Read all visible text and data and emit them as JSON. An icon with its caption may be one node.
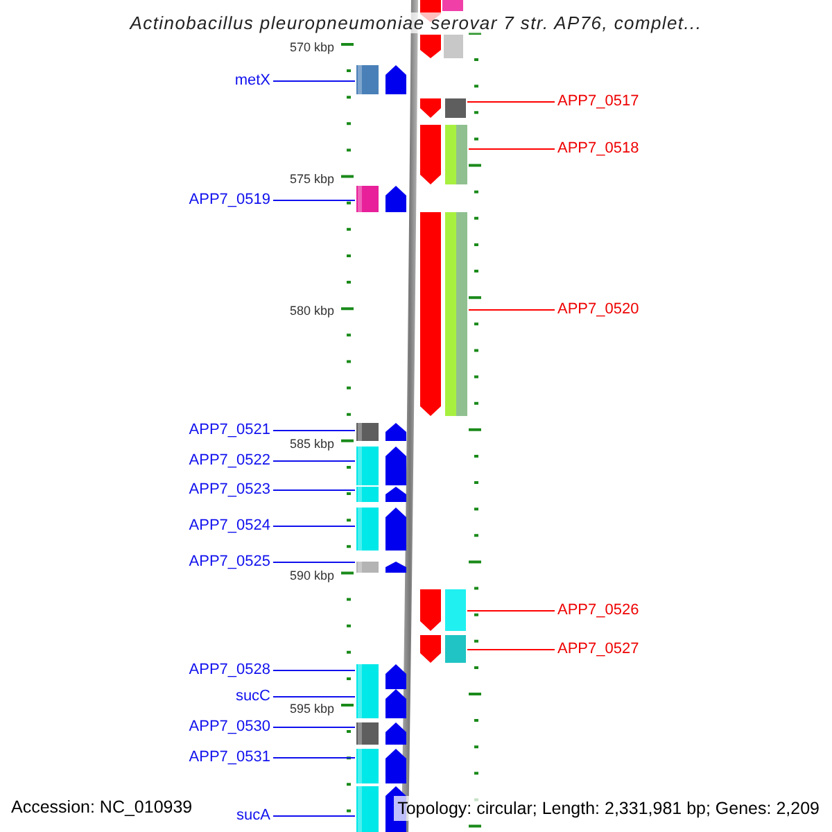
{
  "diagram": {
    "title": "Actinobacillus pleuropneumoniae serovar 7 str. AP76, complet...",
    "nodes": [
      {
        "text": [
          "metX"
        ]
      },
      {
        "text": [],
        "shape": "bar"
      },
      {
        "text": [
          "APP7_0517"
        ]
      },
      {
        "text": [],
        "shape": "bar"
      },
      {
        "text": [
          "APP7_0518"
        ]
      },
      {
        "text": [],
        "shape": "bar"
      },
      {
        "text": [
          "APP7_0519"
        ]
      },
      {
        "text": [],
        "shape": "bar"
      },
      {
        "text": [
          "APP7_0520"
        ]
      },
      {
        "text": [],
        "shape": "bar"
      },
      {
        "text": [
          "APP7_0521"
        ]
      },
      {
        "text": [],
        "shape": "bar"
      },
      {
        "text": [
          "APP7_0522"
        ]
      },
      {
        "text": [],
        "shape": "bar"
      },
      {
        "text": [
          "APP7_0523"
        ]
      },
      {
        "text": [],
        "shape": "bar"
      },
      {
        "text": [
          "APP7_0524"
        ]
      },
      {
        "text": [],
        "shape": "bar"
      },
      {
        "text": [
          "APP7_0525"
        ]
      },
      {
        "text": [],
        "shape": "bar"
      },
      {
        "text": [
          "APP7_0526"
        ]
      },
      {
        "text": [],
        "shape": "bar"
      },
      {
        "text": [
          "APP7_0527"
        ]
      },
      {
        "text": [],
        "shape": "bar"
      },
      {
        "text": [
          "APP7_0528"
        ]
      },
      {
        "text": [],
        "shape": "bar"
      },
      {
        "text": [
          "sucC"
        ]
      },
      {
        "text": [],
        "shape": "bar"
      },
      {
        "text": [
          "APP7_0530"
        ]
      },
      {
        "text": [],
        "shape": "bar"
      },
      {
        "text": [
          "APP7_0531"
        ]
      },
      {
        "text": [],
        "shape": "bar"
      },
      {
        "text": [
          "sucA"
        ]
      },
      {
        "text": [],
        "shape": "bar"
      }
    ],
    "edges": [
      {
        "from": 0,
        "to": 1,
        "arrow": "none"
      },
      {
        "from": 2,
        "to": 3,
        "arrow": "none",
        "color": "#ff0000"
      },
      {
        "from": 4,
        "to": 5,
        "arrow": "none",
        "color": "#ff0000"
      },
      {
        "from": 6,
        "to": 7,
        "arrow": "none"
      },
      {
        "from": 8,
        "to": 9,
        "arrow": "none",
        "color": "#ff0000"
      },
      {
        "from": 10,
        "to": 11,
        "arrow": "none"
      },
      {
        "from": 12,
        "to": 13,
        "arrow": "none"
      },
      {
        "from": 14,
        "to": 15,
        "arrow": "none"
      },
      {
        "from": 16,
        "to": 17,
        "arrow": "none"
      },
      {
        "from": 18,
        "to": 19,
        "arrow": "none"
      },
      {
        "from": 20,
        "to": 21,
        "arrow": "none",
        "color": "#ff0000"
      },
      {
        "from": 22,
        "to": 23,
        "arrow": "none",
        "color": "#ff0000"
      },
      {
        "from": 24,
        "to": 25,
        "arrow": "none"
      },
      {
        "from": 26,
        "to": 27,
        "arrow": "none"
      },
      {
        "from": 28,
        "to": 29,
        "arrow": "none"
      },
      {
        "from": 30,
        "to": 31,
        "arrow": "none"
      },
      {
        "from": 32,
        "to": 33,
        "arrow": "none"
      }
    ],
    "labels": [
      "570 kbp",
      "575 kbp",
      "580 kbp",
      "585 kbp",
      "590 kbp",
      "595 kbp",
      "Accession: NC_010939",
      "Topology: circular; Length: 2,331,981 bp; Genes: 2,209"
    ]
  }
}
